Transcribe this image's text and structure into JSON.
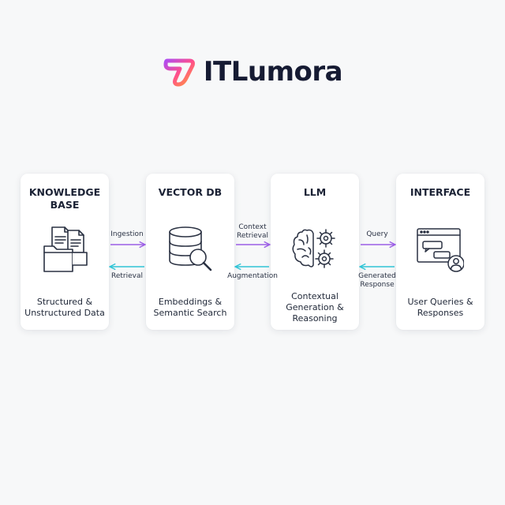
{
  "brand": {
    "name": "ITLumora",
    "logo_icon": "itlumora-logo-icon"
  },
  "colors": {
    "forward_arrow": "#9b5de5",
    "backward_arrow": "#2ec4d6",
    "logo_pink": "#ff4f8b",
    "logo_orange": "#ff9a3c",
    "logo_purple": "#b04cf0"
  },
  "stages": [
    {
      "title": "KNOWLEDGE\nBASE",
      "description": "Structured &\nUnstructured Data",
      "icon": "documents-folder-icon"
    },
    {
      "title": "VECTOR DB",
      "description": "Embeddings &\nSemantic Search",
      "icon": "database-search-icon"
    },
    {
      "title": "LLM",
      "description": "Contextual\nGeneration &\nReasoning",
      "icon": "brain-gears-icon"
    },
    {
      "title": "INTERFACE",
      "description": "User Queries &\nResponses",
      "icon": "chat-window-user-icon"
    }
  ],
  "flows": [
    {
      "forward_label": "Ingestion",
      "backward_label": "Retrieval"
    },
    {
      "forward_label": "Context\nRetrieval",
      "backward_label": "Augmentation"
    },
    {
      "forward_label": "Query",
      "backward_label": "Generated\nResponse"
    }
  ]
}
